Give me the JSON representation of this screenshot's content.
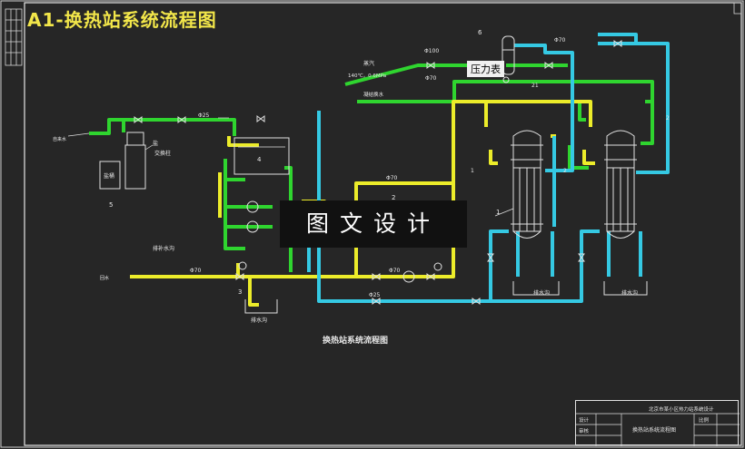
{
  "header": {
    "title": "A1-换热站系统流程图"
  },
  "watermark": {
    "text": "图文设计"
  },
  "diagram": {
    "caption": "换热站系统流程图",
    "steam_label": "蒸汽",
    "steam_params": "140℃，0.6MPa",
    "condensate_label": "凝结换水",
    "pressure_gauge_label": "压力表",
    "salt_tank_label": "盐桶",
    "exchange_column_label": "交换柱",
    "salt_label": "盐",
    "makeup_drain_label": "排补水沟",
    "drain_a_label": "排水沟",
    "drain_b_label": "排水沟",
    "drain_c_label": "排水沟",
    "return_water_label": "回水",
    "tap_water_label": "自来水",
    "component_numbers": [
      "1",
      "2",
      "3",
      "4",
      "5",
      "6"
    ],
    "pipe_sizes": [
      "Φ25",
      "Φ100",
      "Φ70",
      "Φ70",
      "Φ70",
      "Φ70",
      "Φ25",
      "Φ70"
    ],
    "line_numbers": [
      "21",
      "2",
      "1",
      "2"
    ]
  },
  "title_block": {
    "project_title": "北京市某小区热力站系统设计",
    "drawing_name": "换热站系统流程图",
    "scale_label": "比例",
    "row_labels": [
      "设计",
      "审核"
    ]
  },
  "colors": {
    "background": "#262626",
    "steam_pipe": "#2fd52f",
    "supply_pipe": "#ecec2a",
    "return_pipe": "#35c9e3",
    "frame": "#e6e6e6",
    "title": "#f2e64a"
  },
  "icons": [
    "valve-icon",
    "pump-icon",
    "pressure-gauge-icon",
    "heat-exchanger-icon"
  ]
}
